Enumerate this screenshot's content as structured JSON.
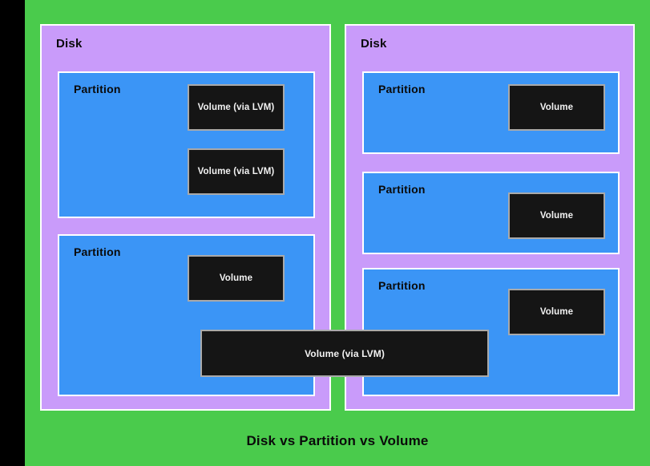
{
  "diagram": {
    "caption": "Disk vs Partition vs Volume",
    "colors": {
      "background": "#000000",
      "stage_green": "#4ACB4C",
      "disk_purple": "#C99BFA",
      "partition_blue": "#3B95F6",
      "volume_black": "#151515",
      "volume_border": "#A9A9A9",
      "box_border_white": "#FFFFFF",
      "label_text": "#0A0A0A",
      "volume_text": "#F2F2F2"
    },
    "disks": [
      {
        "label": "Disk",
        "partitions": [
          {
            "label": "Partition",
            "volumes": [
              {
                "label": "Volume (via LVM)"
              },
              {
                "label": "Volume (via LVM)"
              }
            ]
          },
          {
            "label": "Partition",
            "volumes": [
              {
                "label": "Volume"
              }
            ]
          }
        ]
      },
      {
        "label": "Disk",
        "partitions": [
          {
            "label": "Partition",
            "volumes": [
              {
                "label": "Volume"
              }
            ]
          },
          {
            "label": "Partition",
            "volumes": [
              {
                "label": "Volume"
              }
            ]
          },
          {
            "label": "Partition",
            "volumes": [
              {
                "label": "Volume"
              }
            ]
          }
        ]
      }
    ],
    "spanning_volumes": [
      {
        "label": "Volume (via LVM)"
      }
    ]
  }
}
